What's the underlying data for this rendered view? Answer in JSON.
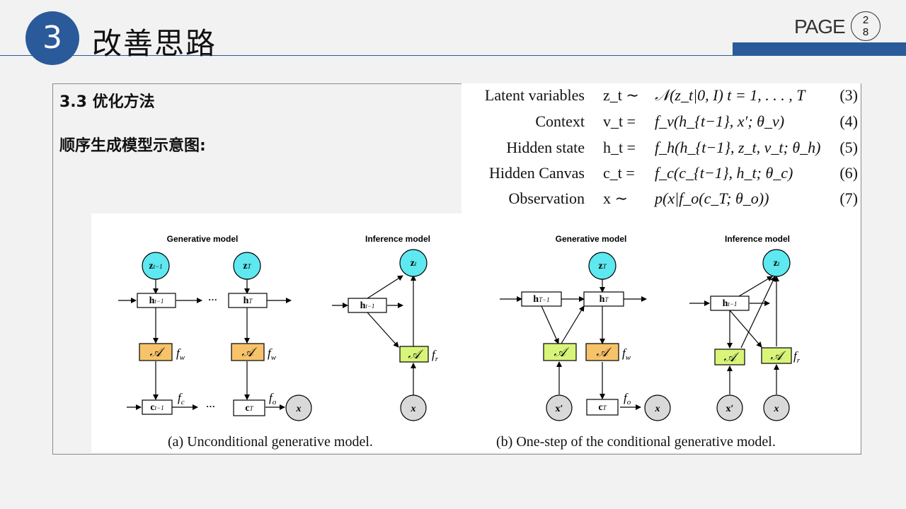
{
  "header": {
    "section_number": "3",
    "section_title": "改善思路",
    "page_label": "PAGE",
    "page_number_top": "2",
    "page_number_bottom": "8"
  },
  "content": {
    "subtitle": "3.3 优化方法",
    "description": "顺序生成模型示意图:"
  },
  "equations": [
    {
      "label": "Latent variables",
      "var": "z_t ∼",
      "expr": "𝒩(z_t|0, I)  t = 1, . . . , T",
      "num": "(3)"
    },
    {
      "label": "Context",
      "var": "v_t =",
      "expr": "f_v(h_{t−1}, x′; θ_v)",
      "num": "(4)"
    },
    {
      "label": "Hidden state",
      "var": "h_t =",
      "expr": "f_h(h_{t−1}, z_t, v_t; θ_h)",
      "num": "(5)"
    },
    {
      "label": "Hidden Canvas",
      "var": "c_t =",
      "expr": "f_c(c_{t−1}, h_t; θ_c)",
      "num": "(6)"
    },
    {
      "label": "Observation",
      "var": "x ∼",
      "expr": "p(x|f_o(c_T; θ_o))",
      "num": "(7)"
    }
  ],
  "figure": {
    "panels": [
      {
        "title": "Generative model"
      },
      {
        "title": "Inference model"
      },
      {
        "title": "Generative model"
      },
      {
        "title": "Inference model"
      }
    ],
    "captions": {
      "a": "(a) Unconditional generative model.",
      "b": "(b) One-step of the conditional generative model."
    },
    "colors": {
      "latent_node": "#5ee8f0",
      "write_box": "#f7c36a",
      "read_box": "#d8f57a",
      "observed_node": "#d9d9d9",
      "accent": "#2a5a9a"
    }
  }
}
